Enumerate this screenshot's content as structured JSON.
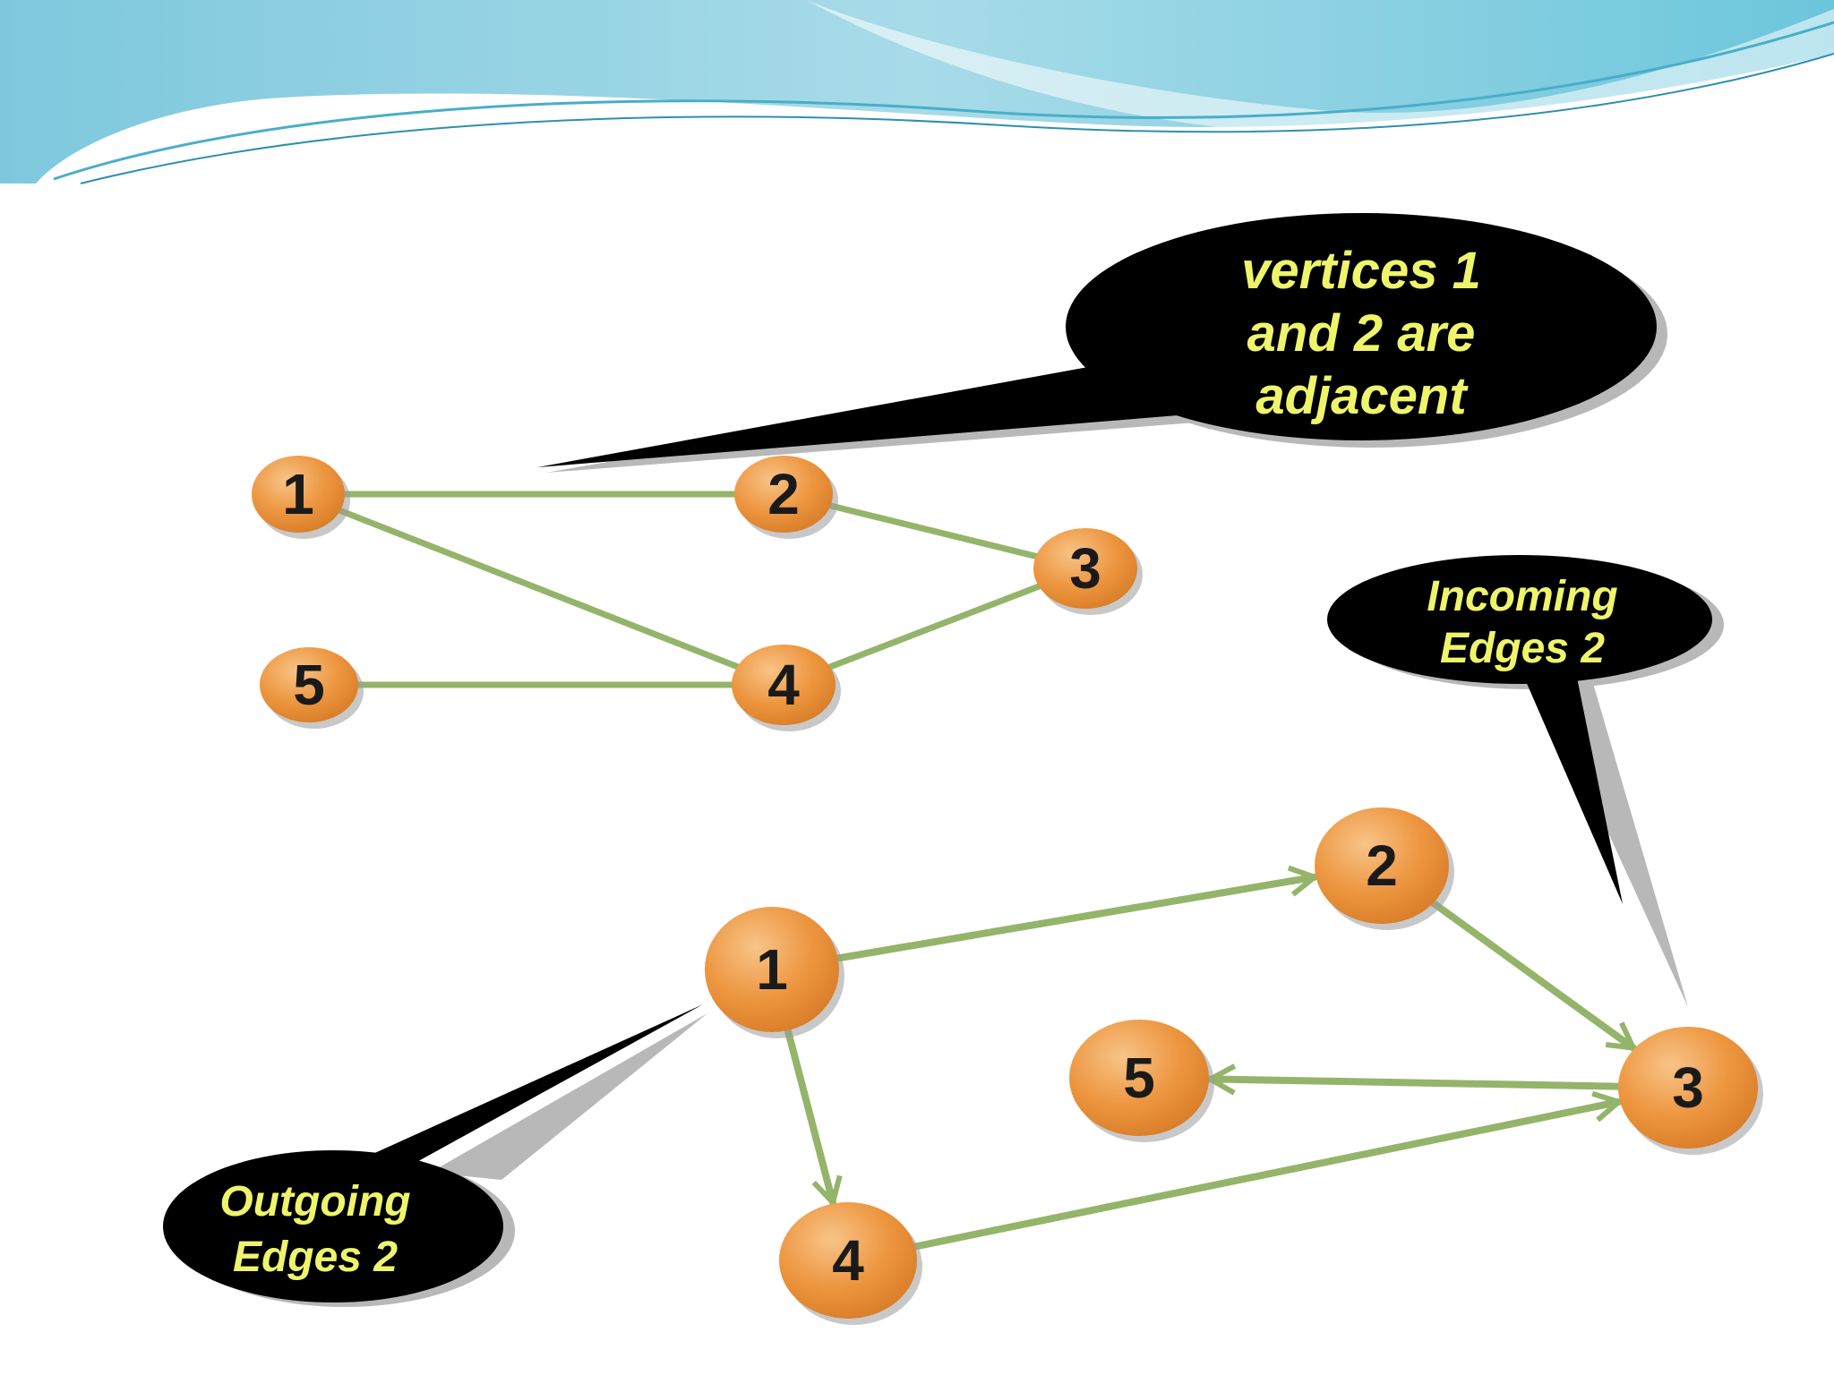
{
  "colors": {
    "node_fill": "#ed9640",
    "node_highlight": "#f8c488",
    "node_shadow_edge": "#c46e20",
    "edge": "#94b46a",
    "callout": "#000000",
    "callout_text": "#eef56a",
    "header_top": "#7ec8dd",
    "header_wave": "#48aec8"
  },
  "undirected_graph": {
    "nodes": [
      {
        "id": "1",
        "label": "1"
      },
      {
        "id": "2",
        "label": "2"
      },
      {
        "id": "3",
        "label": "3"
      },
      {
        "id": "4",
        "label": "4"
      },
      {
        "id": "5",
        "label": "5"
      }
    ],
    "edges": [
      {
        "from": "1",
        "to": "2"
      },
      {
        "from": "2",
        "to": "3"
      },
      {
        "from": "3",
        "to": "4"
      },
      {
        "from": "1",
        "to": "4"
      },
      {
        "from": "5",
        "to": "4"
      }
    ]
  },
  "directed_graph": {
    "nodes": [
      {
        "id": "1",
        "label": "1"
      },
      {
        "id": "2",
        "label": "2"
      },
      {
        "id": "3",
        "label": "3"
      },
      {
        "id": "4",
        "label": "4"
      },
      {
        "id": "5",
        "label": "5"
      }
    ],
    "edges": [
      {
        "from": "1",
        "to": "2"
      },
      {
        "from": "2",
        "to": "3"
      },
      {
        "from": "1",
        "to": "4"
      },
      {
        "from": "4",
        "to": "3"
      },
      {
        "from": "3",
        "to": "5"
      }
    ]
  },
  "callouts": {
    "adjacent": {
      "lines": [
        "vertices 1",
        "and 2 are",
        "adjacent"
      ]
    },
    "incoming": {
      "lines": [
        "Incoming",
        "Edges 2"
      ]
    },
    "outgoing": {
      "lines": [
        "Outgoing",
        "Edges 2"
      ]
    }
  }
}
